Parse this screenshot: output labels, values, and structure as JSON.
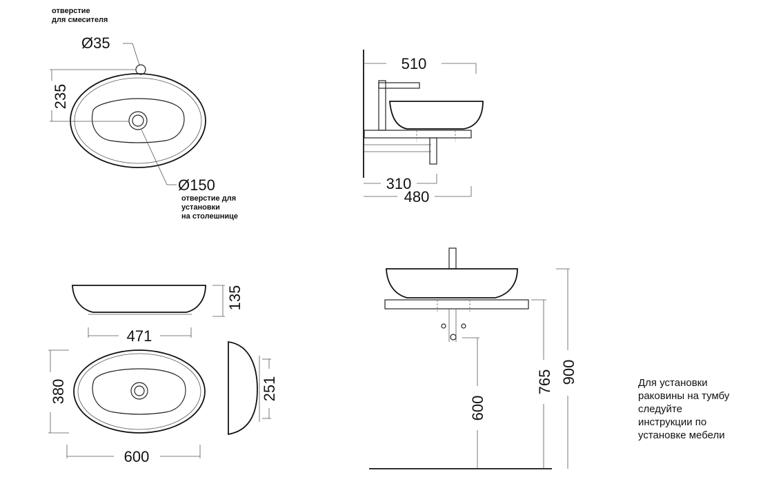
{
  "labels": {
    "mixer_hole_note_1": "отверстие",
    "mixer_hole_note_2": "для смесителя",
    "mixer_hole_dia": "Ø35",
    "top_offset": "235",
    "counter_hole_dia": "Ø150",
    "counter_hole_note_1": "отверстие для",
    "counter_hole_note_2": "установки",
    "counter_hole_note_3": "на столешнице",
    "side_depth_top": "510",
    "side_depth_mid": "310",
    "side_depth_bottom": "480",
    "front_height": "135",
    "front_base_width": "471",
    "plan_width": "600",
    "plan_depth": "380",
    "profile_depth": "251",
    "floor_to_top_board": "600",
    "floor_to_counter": "765",
    "floor_to_rim": "900"
  },
  "side_note": {
    "line_1": "Для установки",
    "line_2": "раковины на тумбу",
    "line_3": "следуйте",
    "line_4": "инструкции по",
    "line_5": "установке мебели"
  }
}
